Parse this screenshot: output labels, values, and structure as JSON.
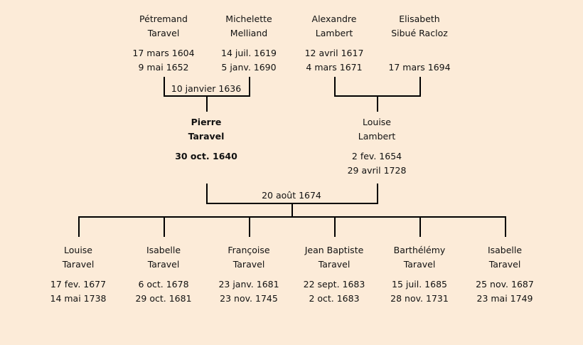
{
  "grandparents": [
    {
      "first": "Pétremand",
      "last": "Taravel",
      "birth": "17 mars 1604",
      "death": "9 mai 1652"
    },
    {
      "first": "Michelette",
      "last": "Melliand",
      "birth": "14 juil. 1619",
      "death": "5 janv. 1690"
    },
    {
      "first": "Alexandre",
      "last": "Lambert",
      "birth": "12 avril 1617",
      "death": "4 mars 1671"
    },
    {
      "first": "Elisabeth",
      "last": "Sibué Racloz",
      "birth": "",
      "death": "17 mars 1694"
    }
  ],
  "marriages": {
    "paternal": "10 janvier 1636",
    "parents": "20 août 1674"
  },
  "parents": [
    {
      "first": "Pierre",
      "last": "Taravel",
      "birth": "30 oct. 1640",
      "death": "",
      "highlight": true
    },
    {
      "first": "Louise",
      "last": "Lambert",
      "birth": "2 fev. 1654",
      "death": "29 avril 1728"
    }
  ],
  "children": [
    {
      "first": "Louise",
      "last": "Taravel",
      "birth": "17 fev. 1677",
      "death": "14 mai 1738"
    },
    {
      "first": "Isabelle",
      "last": "Taravel",
      "birth": "6 oct. 1678",
      "death": "29 oct. 1681"
    },
    {
      "first": "Françoise",
      "last": "Taravel",
      "birth": "23 janv. 1681",
      "death": "23 nov. 1745"
    },
    {
      "first": "Jean Baptiste",
      "last": "Taravel",
      "birth": "22 sept. 1683",
      "death": "2 oct. 1683"
    },
    {
      "first": "Barthélémy",
      "last": "Taravel",
      "birth": "15 juil. 1685",
      "death": "28 nov. 1731"
    },
    {
      "first": "Isabelle",
      "last": "Taravel",
      "birth": "25 nov. 1687",
      "death": "23 mai 1749"
    }
  ]
}
